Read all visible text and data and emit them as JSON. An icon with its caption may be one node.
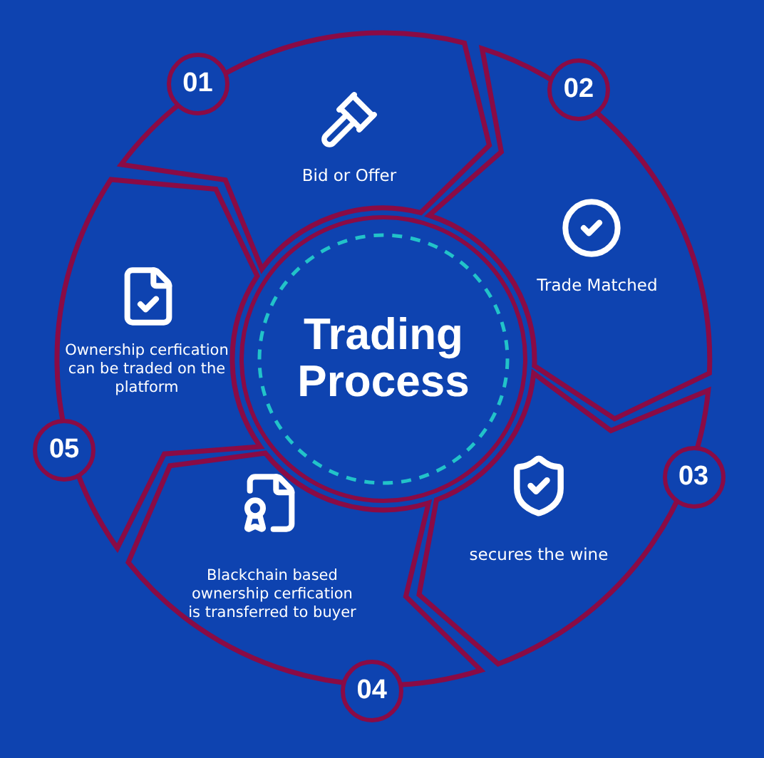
{
  "diagram": {
    "nodes": [
      {
        "text": [
          "Trading Process"
        ]
      },
      {
        "text": [
          "Bid or Offer"
        ]
      },
      {
        "text": [
          "Trade Matched"
        ]
      },
      {
        "text": [
          "secures the wine"
        ]
      },
      {
        "text": [
          "Blackchain based ownership cerfication is transferred to buyer"
        ]
      },
      {
        "text": [
          "Ownership cerfication can be traded on the platform"
        ]
      },
      {
        "text": [
          "01"
        ]
      },
      {
        "text": [
          "02"
        ]
      },
      {
        "text": [
          "03"
        ]
      },
      {
        "text": [
          "04"
        ]
      },
      {
        "text": [
          "05"
        ]
      }
    ]
  }
}
